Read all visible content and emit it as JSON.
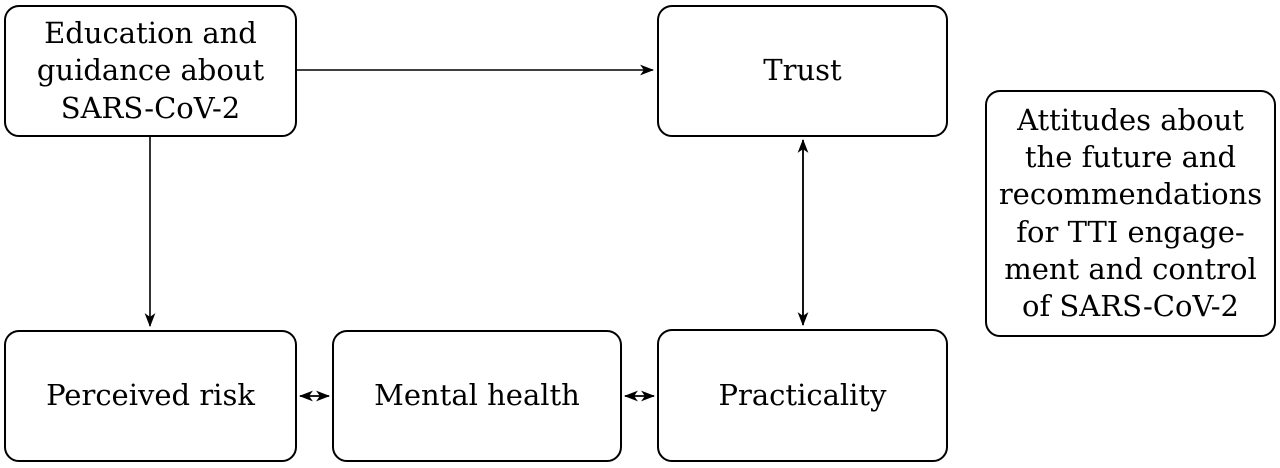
{
  "diagram": {
    "background_color": "#ffffff",
    "stroke_color": "#000000",
    "nodes": {
      "education": {
        "lines": [
          "Education and",
          "guidance about",
          "SARS-CoV-2"
        ]
      },
      "trust": {
        "label": "Trust"
      },
      "attitudes": {
        "lines": [
          "Attitudes about",
          "the future and",
          "recommendations",
          "for TTI engage-",
          "ment and control",
          "of SARS-CoV-2"
        ]
      },
      "perceived_risk": {
        "label": "Perceived risk"
      },
      "mental_health": {
        "label": "Mental health"
      },
      "practicality": {
        "label": "Practicality"
      }
    },
    "edges": [
      {
        "from": "education",
        "to": "trust",
        "type": "single-arrow"
      },
      {
        "from": "education",
        "to": "perceived_risk",
        "type": "single-arrow"
      },
      {
        "from": "trust",
        "to": "practicality",
        "type": "double-arrow"
      },
      {
        "from": "perceived_risk",
        "to": "mental_health",
        "type": "double-arrow"
      },
      {
        "from": "mental_health",
        "to": "practicality",
        "type": "double-arrow"
      }
    ]
  }
}
